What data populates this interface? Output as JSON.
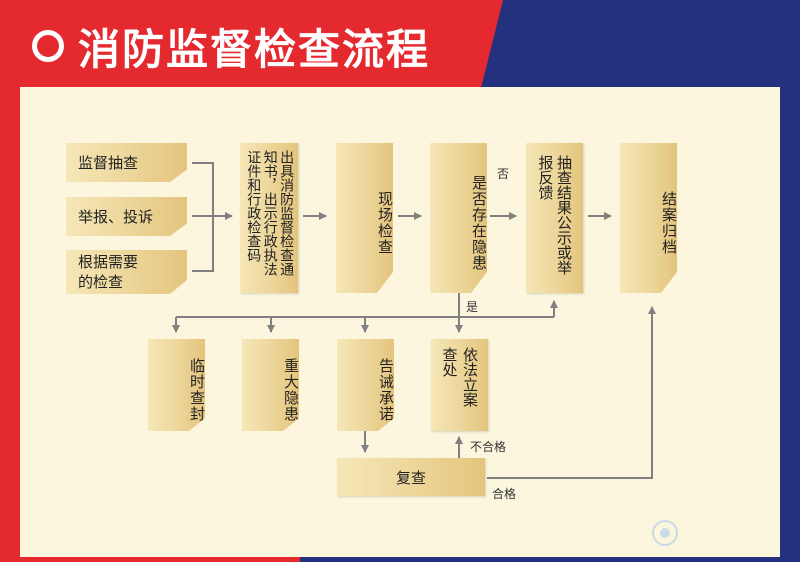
{
  "title": "消防监督检查流程",
  "nodes": {
    "n1": "监督抽查",
    "n2": "举报、投诉",
    "n3_line1": "根据需要",
    "n3_line2": "的检查",
    "notice": [
      "出具消防监督检查通",
      "知书，出示行政执法",
      "证件和行政检查码"
    ],
    "onsite": "现场检查",
    "hazard": "是否存在隐患",
    "publish": [
      "抽查结果公示或举",
      "报反馈"
    ],
    "close": "结案归档",
    "seal": "临时查封",
    "major": "重大隐患",
    "warn": "告诫承诺",
    "case": [
      "依法立案",
      "查处"
    ],
    "recheck": "复查"
  },
  "edge_labels": {
    "no": "否",
    "yes": "是",
    "fail": "不合格",
    "pass": "合格"
  },
  "colors": {
    "red": "#e42a2f",
    "blue": "#23317e",
    "panel": "#fbf6dd",
    "box": "#ecd598",
    "arrow": "#808080"
  }
}
